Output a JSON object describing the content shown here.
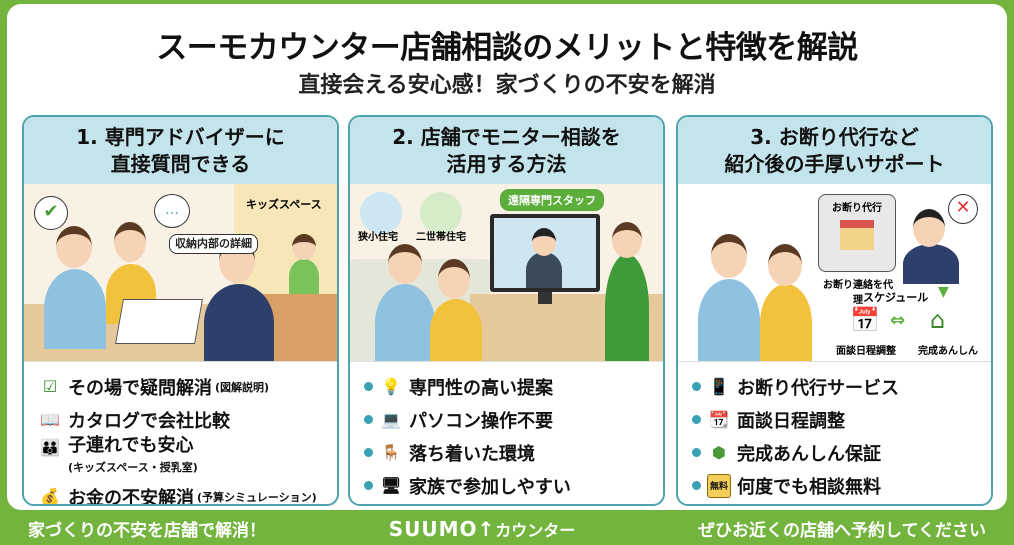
{
  "header": {
    "title": "スーモカウンター店舗相談のメリットと特徴を解説",
    "subtitle": "直接会える安心感！家づくりの不安を解消"
  },
  "cards": [
    {
      "title_line1": "1. 専門アドバイザーに",
      "title_line2": "直接質問できる",
      "illustration": {
        "kids_space": "キッズスペース",
        "bubble": "収納内部の詳細"
      },
      "items": [
        {
          "icon": "checkbox-icon",
          "text": "その場で疑問解消",
          "note": "(図解説明)"
        },
        {
          "icon": "catalog-icon",
          "text": "カタログで会社比較",
          "note": ""
        },
        {
          "icon": "family-icon",
          "text": "子連れでも安心",
          "note": "(キッズスペース・授乳室)"
        },
        {
          "icon": "money-bag-icon",
          "text": "お金の不安解消",
          "note": "(予算シミュレーション)"
        }
      ]
    },
    {
      "title_line1": "2. 店舗でモニター相談を",
      "title_line2": "活用する方法",
      "illustration": {
        "house1": "狭小住宅",
        "house2": "二世帯住宅",
        "staff": "遠隔専門スタッフ"
      },
      "items": [
        {
          "icon": "lightbulb-icon",
          "text": "専門性の高い提案"
        },
        {
          "icon": "laptop-icon",
          "text": "パソコン操作不要"
        },
        {
          "icon": "table-chairs-icon",
          "text": "落ち着いた環境"
        },
        {
          "icon": "video-call-icon",
          "text": "家族で参加しやすい"
        }
      ]
    },
    {
      "title_line1": "3. お断り代行など",
      "title_line2": "紹介後の手厚いサポート",
      "illustration": {
        "bubble_title": "お断り代行",
        "bubble_text": "お断り連絡を代理",
        "schedule": "スケジュール",
        "calendar_label": "面談日程調整",
        "home_label": "完成あんしん"
      },
      "items": [
        {
          "icon": "phone-decline-icon",
          "text": "お断り代行サービス"
        },
        {
          "icon": "calendar-icon",
          "text": "面談日程調整"
        },
        {
          "icon": "shield-home-icon",
          "text": "完成あんしん保証"
        },
        {
          "icon": "free-badge-icon",
          "text": "何度でも相談無料",
          "badge": "無料"
        }
      ]
    }
  ],
  "footer": {
    "left": "家づくりの不安を店舗で解消！",
    "logo": "SUUMO",
    "logo_suffix": "カウンター",
    "right": "ぜひお近くの店舗へ予約してください"
  },
  "colors": {
    "green": "#72b43e",
    "teal": "#4fa3ad",
    "header_blue": "#c4e4eb"
  }
}
